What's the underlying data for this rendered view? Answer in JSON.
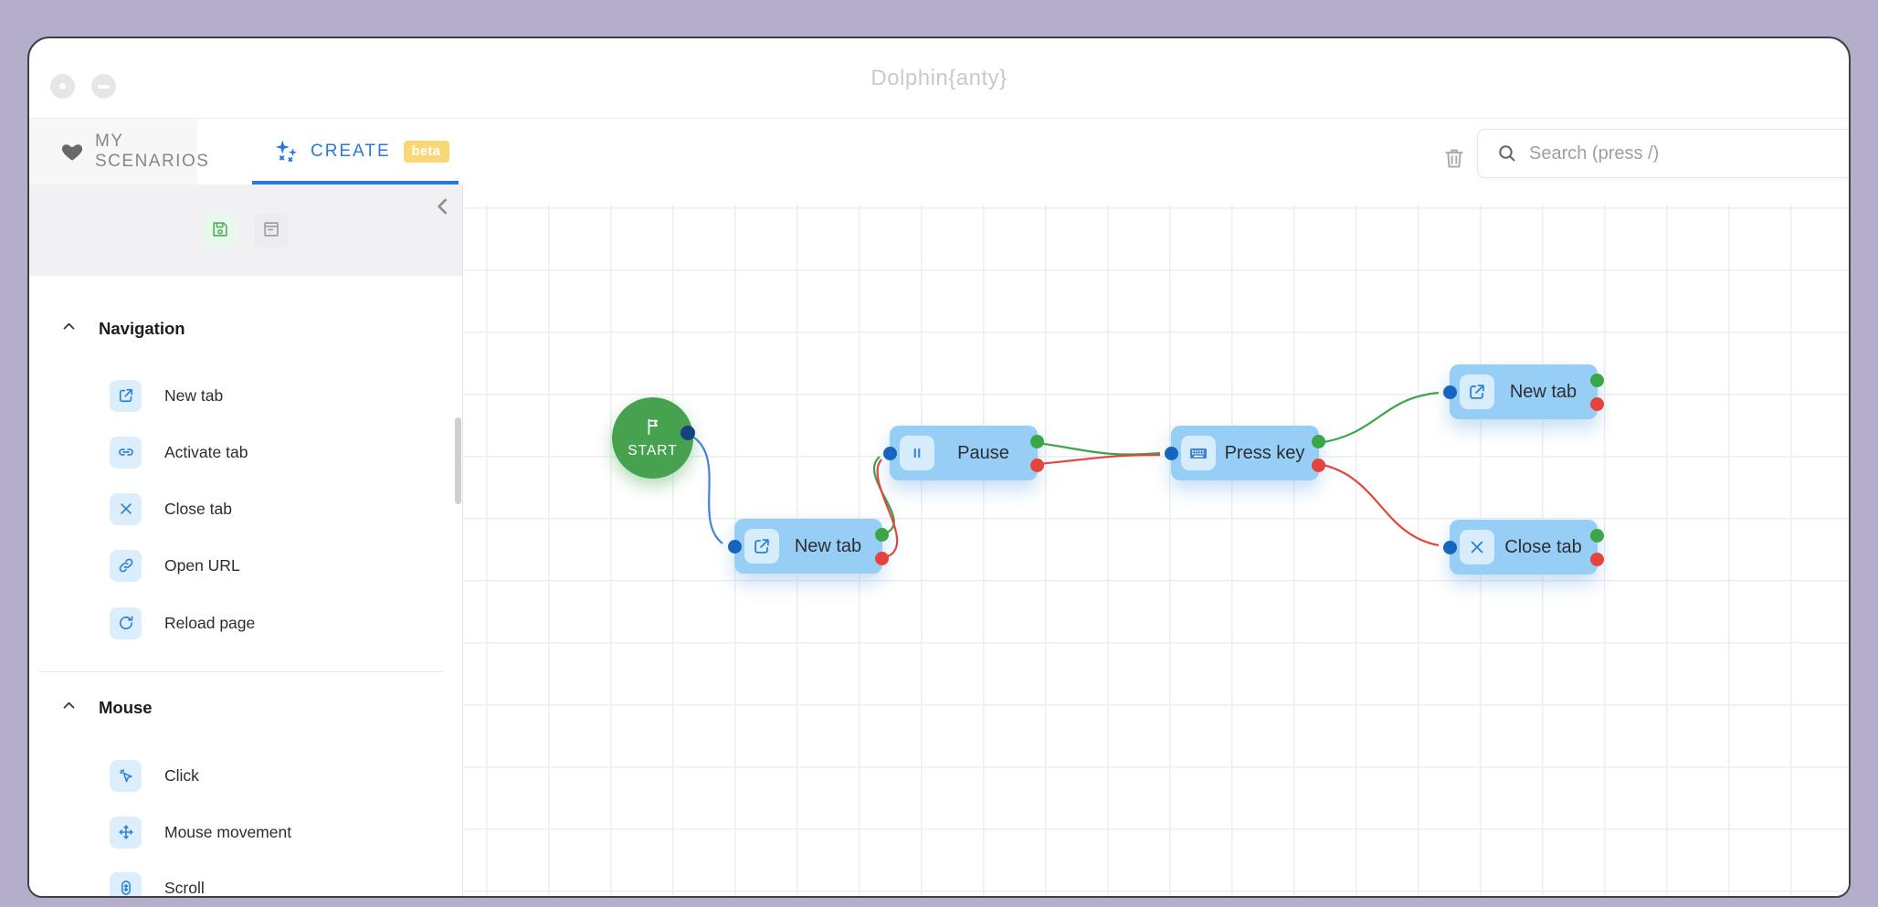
{
  "window": {
    "title": "Dolphin{anty}"
  },
  "tabs": {
    "my_scenarios": "MY SCENARIOS",
    "create": "CREATE",
    "beta_badge": "beta"
  },
  "toolbar": {
    "search_placeholder": "Search (press /)"
  },
  "sidebar": {
    "actions": [
      {
        "name": "save",
        "icon": "save-icon"
      },
      {
        "name": "properties",
        "icon": "form-panel-icon"
      }
    ],
    "sections": [
      {
        "label": "Navigation",
        "items": [
          {
            "label": "New tab",
            "icon": "external-link-icon"
          },
          {
            "label": "Activate tab",
            "icon": "link-icon"
          },
          {
            "label": "Close tab",
            "icon": "close-icon"
          },
          {
            "label": "Open URL",
            "icon": "chain-icon"
          },
          {
            "label": "Reload page",
            "icon": "reload-icon"
          }
        ]
      },
      {
        "label": "Mouse",
        "items": [
          {
            "label": "Click",
            "icon": "cursor-click-icon"
          },
          {
            "label": "Mouse movement",
            "icon": "move-arrows-icon"
          },
          {
            "label": "Scroll",
            "icon": "scroll-mouse-icon"
          }
        ]
      }
    ]
  },
  "canvas": {
    "start_label": "START",
    "nodes": [
      {
        "id": "new-tab-1",
        "label": "New tab",
        "icon": "external-link-icon"
      },
      {
        "id": "pause",
        "label": "Pause",
        "icon": "pause-icon"
      },
      {
        "id": "press-key",
        "label": "Press key",
        "icon": "keyboard-icon"
      },
      {
        "id": "new-tab-2",
        "label": "New tab",
        "icon": "external-link-icon"
      },
      {
        "id": "close-tab",
        "label": "Close tab",
        "icon": "close-icon"
      }
    ],
    "edges": [
      {
        "from": "start",
        "to": "new-tab-1",
        "type": "flow"
      },
      {
        "from": "new-tab-1",
        "to": "pause",
        "type": "success"
      },
      {
        "from": "new-tab-1",
        "to": "pause",
        "type": "error"
      },
      {
        "from": "pause",
        "to": "press-key",
        "type": "success"
      },
      {
        "from": "pause",
        "to": "press-key",
        "type": "error"
      },
      {
        "from": "press-key",
        "to": "new-tab-2",
        "type": "success"
      },
      {
        "from": "press-key",
        "to": "close-tab",
        "type": "error"
      }
    ],
    "colors": {
      "flow": "#4285d9",
      "success": "#3aa648",
      "error": "#e5433c",
      "node_bg": "#97cef6",
      "node_icon_fg": "#2f82da",
      "start_bg": "#46a24e",
      "input_port": "#1565c0",
      "start_port": "#16437f",
      "accent": "#2779e0",
      "beta_bg": "#f8d876"
    }
  }
}
